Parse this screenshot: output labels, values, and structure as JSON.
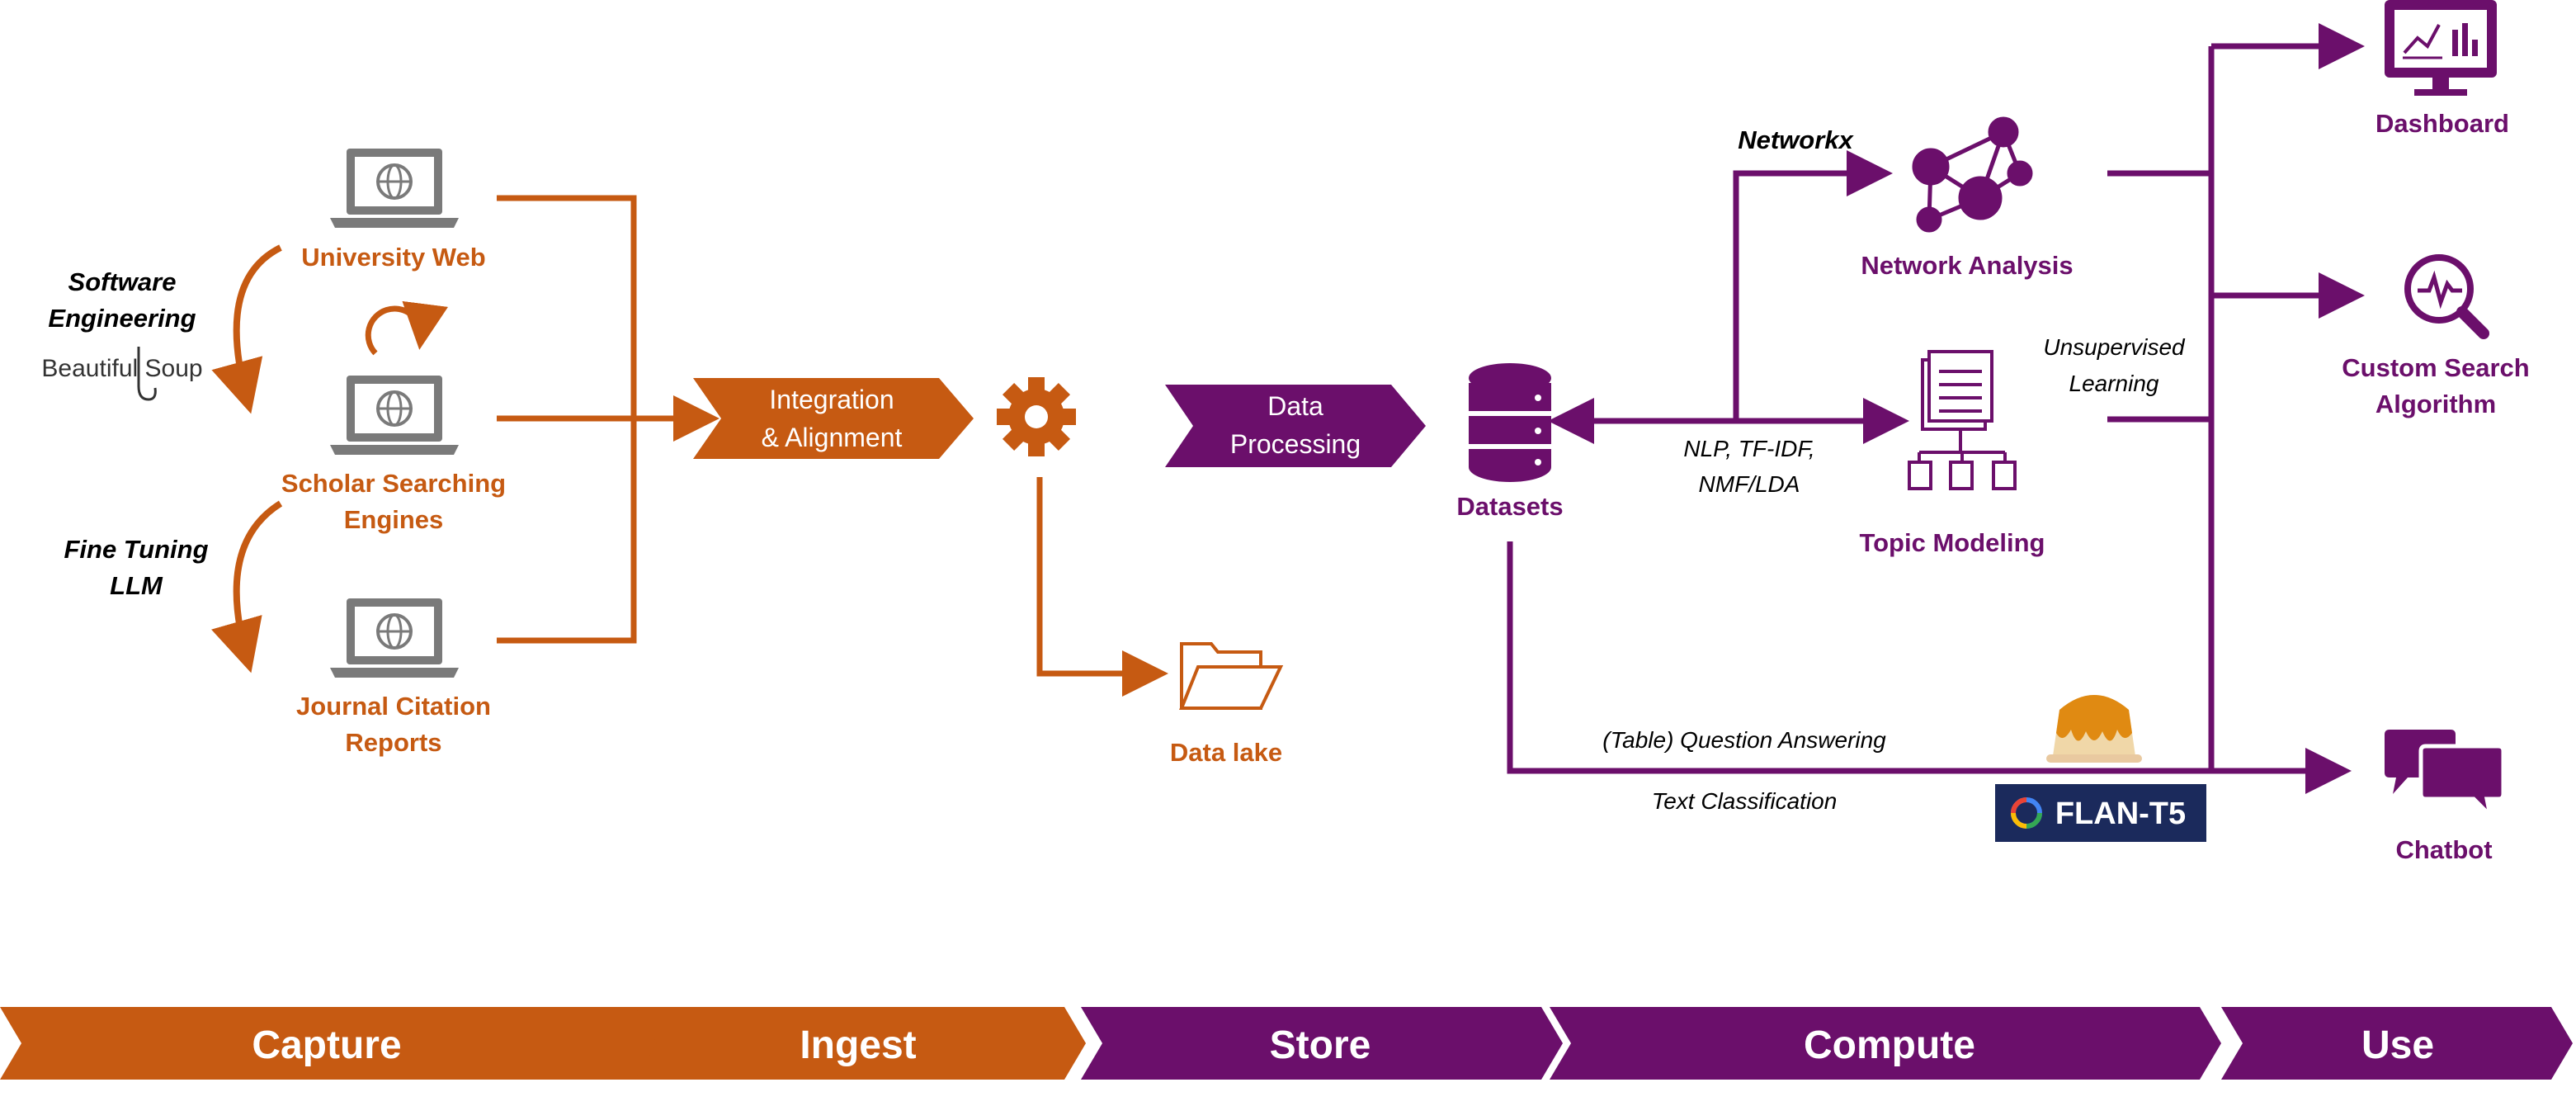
{
  "colors": {
    "orange": "#C65A12",
    "purple": "#6B0F6B",
    "gray": "#7A7A7A",
    "navy": "#1B2A5C"
  },
  "capture": {
    "software_engineering_line1": "Software",
    "software_engineering_line2": "Engineering",
    "beautifulsoup_logo": "Beautiful Soup",
    "fine_tuning_line1": "Fine Tuning",
    "fine_tuning_line2": "LLM",
    "university_web": "University Web",
    "scholar_line1": "Scholar Searching",
    "scholar_line2": "Engines",
    "journal_line1": "Journal Citation",
    "journal_line2": "Reports"
  },
  "ingest": {
    "integration_line1": "Integration",
    "integration_line2": "& Alignment",
    "data_lake": "Data lake"
  },
  "store": {
    "processing_line1": "Data",
    "processing_line2": "Processing",
    "datasets": "Datasets"
  },
  "compute": {
    "networkx": "Networkx",
    "network_analysis": "Network Analysis",
    "nlp_line1": "NLP, TF-IDF,",
    "nlp_line2": "NMF/LDA",
    "topic_modeling": "Topic Modeling",
    "unsupervised_line1": "Unsupervised",
    "unsupervised_line2": "Learning",
    "qa": "(Table) Question Answering",
    "text_classification": "Text Classification",
    "flan": "FLAN-T5"
  },
  "use": {
    "dashboard": "Dashboard",
    "custom_search_line1": "Custom Search",
    "custom_search_line2": "Algorithm",
    "chatbot": "Chatbot"
  },
  "stages": [
    "Capture",
    "Ingest",
    "Store",
    "Compute",
    "Use"
  ]
}
